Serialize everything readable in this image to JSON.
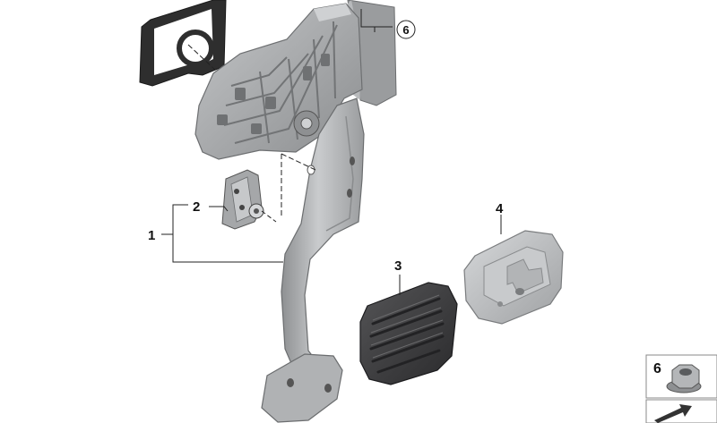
{
  "callouts": {
    "c1": "1",
    "c2": "2",
    "c3": "3",
    "c4": "4",
    "c6": "6"
  },
  "legend": {
    "item_number": "6"
  },
  "colors": {
    "housing": "#a7a9ab",
    "pedal_arm": "#b3b5b7",
    "pad_rubber": "#3c3c3e",
    "pad_plate": "#bcbec0",
    "gasket": "#2c2c2c",
    "leader": "#222222"
  }
}
